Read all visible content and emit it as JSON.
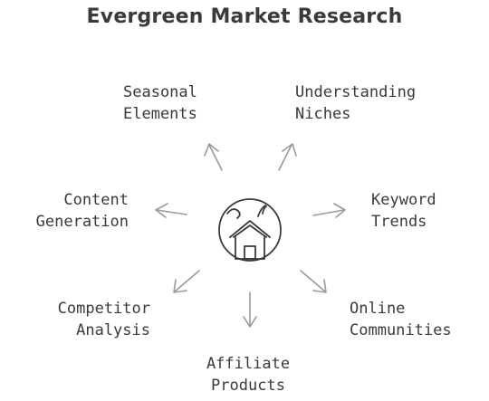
{
  "title": "Evergreen Market Research",
  "center_icon": "house-icon",
  "branches": {
    "seasonal": {
      "line1": "Seasonal",
      "line2": "Elements"
    },
    "niches": {
      "line1": "Understanding",
      "line2": "Niches"
    },
    "content": {
      "line1": "Content",
      "line2": "Generation"
    },
    "keyword": {
      "line1": "Keyword",
      "line2": "Trends"
    },
    "competitor": {
      "line1": "Competitor",
      "line2": "Analysis"
    },
    "communities": {
      "line1": "Online",
      "line2": "Communities"
    },
    "affiliate": {
      "line1": "Affiliate",
      "line2": "Products"
    }
  },
  "colors": {
    "text": "#3a3a3a",
    "arrow": "#9a9a9a",
    "background": "#ffffff"
  }
}
